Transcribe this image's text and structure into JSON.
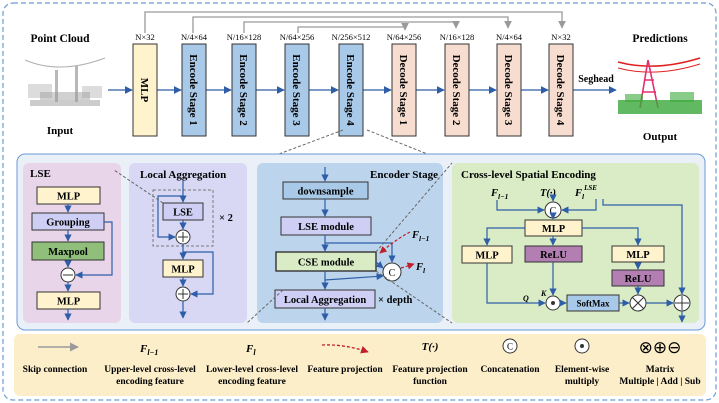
{
  "top": {
    "point_cloud_label": "Point Cloud",
    "input_label": "Input",
    "predictions_label": "Predictions",
    "output_label": "Output",
    "seghead_label": "Seghead",
    "blocks": [
      {
        "label": "MLP",
        "dims": "N×32"
      },
      {
        "label": "Encode Stage 1",
        "dims": "N/4×64"
      },
      {
        "label": "Encode Stage 2",
        "dims": "N/16×128"
      },
      {
        "label": "Encode Stage 3",
        "dims": "N/64×256"
      },
      {
        "label": "Encode Stage 4",
        "dims": "N/256×512"
      },
      {
        "label": "Decode Stage 1",
        "dims": "N/64×256"
      },
      {
        "label": "Decode Stage 2",
        "dims": "N/16×128"
      },
      {
        "label": "Decode Stage 3",
        "dims": "N/4×64"
      },
      {
        "label": "Decode Stage 4",
        "dims": "N×32"
      }
    ]
  },
  "lse": {
    "title": "LSE",
    "mlp1": "MLP",
    "grouping": "Grouping",
    "maxpool": "Maxpool",
    "mlp2": "MLP",
    "minus": "⊖"
  },
  "local_aggregation": {
    "title": "Local Aggregation",
    "lse": "LSE",
    "times2": "× 2",
    "mlp": "MLP",
    "plus": "⊕"
  },
  "encoder_stage": {
    "title": "Encoder Stage",
    "downsample": "downsample",
    "lse_module": "LSE module",
    "cse_module": "CSE module",
    "local_aggregation": "Local Aggregation",
    "depth": "× depth",
    "f_prev": "F",
    "f_prev_sub": "l−1",
    "f_cur": "F",
    "f_cur_sub": "l",
    "concat": "C"
  },
  "cse": {
    "title": "Cross-level Spatial Encoding",
    "f_prev": "F",
    "f_prev_sub": "l−1",
    "t_func": "T(·)",
    "f_lse": "F",
    "f_lse_sub": "l",
    "f_lse_sup": "LSE",
    "concat": "C",
    "mlp_top": "MLP",
    "relu_top": "ReLU",
    "mlp_left": "MLP",
    "mlp_right": "MLP",
    "relu_right": "ReLU",
    "softmax": "SoftMax",
    "q": "Q",
    "k": "K"
  },
  "legend": {
    "skip": "Skip connection",
    "upper_symbol": "F",
    "upper_sub": "l−1",
    "upper_text1": "Upper-level cross-level",
    "upper_text2": "encoding feature",
    "lower_symbol": "F",
    "lower_sub": "l",
    "lower_text1": "Lower-level cross-level",
    "lower_text2": "encoding feature",
    "feature_projection": "Feature projection",
    "tfunc_symbol": "T(·)",
    "tfunc_text1": "Feature projection",
    "tfunc_text2": "function",
    "concat_symbol": "C",
    "concat_text": "Concatenation",
    "elem_text1": "Element-wise",
    "elem_text2": "multiply",
    "matrix_symbol": "⊗⊕⊖",
    "matrix_text1": "Matrix",
    "matrix_text2": "Multiple | Add | Sub"
  },
  "colors": {
    "mlp_fill": "#fff3cd",
    "encode_fill": "#a9c9e8",
    "decode_fill": "#f6ddd0",
    "lse_panel": "#e8d5ea",
    "la_panel": "#d8d8f5",
    "encoder_panel": "#bcd5ec",
    "cse_panel": "#d9ecc6",
    "legend_fill": "#fbeec9",
    "arrow": "#2e5ea8",
    "grouping_fill": "#cfcff5",
    "maxpool_fill": "#8fbf7a",
    "relu_fill": "#b37fb3",
    "softmax_fill": "#a9c9e8"
  }
}
